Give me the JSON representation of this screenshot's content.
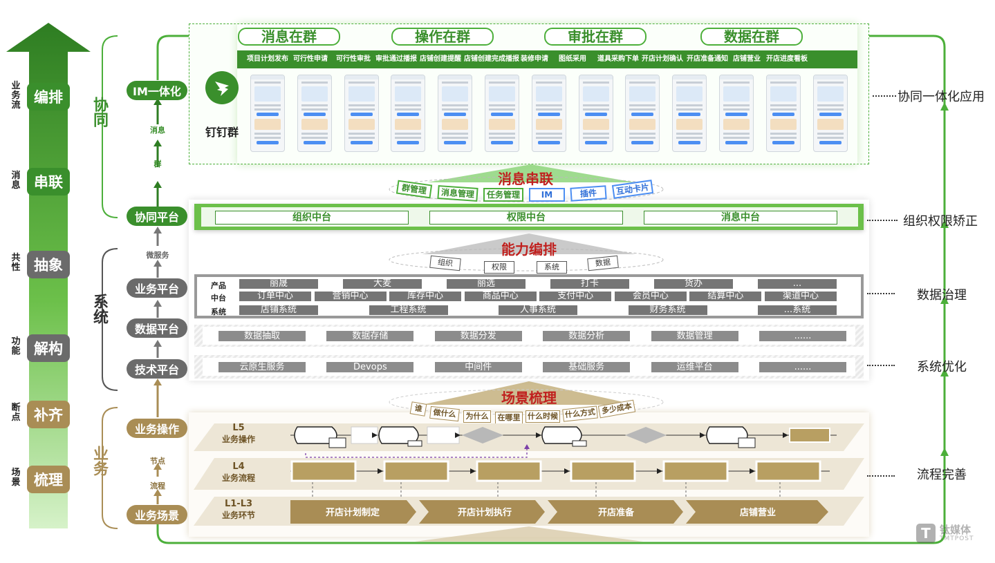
{
  "left_axis": {
    "items": [
      {
        "side": "业务流",
        "label": "编排"
      },
      {
        "side": "消息",
        "label": "串联"
      },
      {
        "side": "共性",
        "label": "抽象"
      },
      {
        "side": "功能",
        "label": "解构"
      },
      {
        "side": "断点",
        "label": "补齐"
      },
      {
        "side": "场景",
        "label": "梳理"
      }
    ]
  },
  "brackets": {
    "xietong": "协同",
    "xitong": "系统",
    "yewu": "业务"
  },
  "platforms": {
    "im": "IM一体化",
    "xietong": "协同平台",
    "yewu": "业务平台",
    "shuju": "数据平台",
    "jishu": "技术平台",
    "caozuo": "业务操作",
    "changjing": "业务场景"
  },
  "connectors": {
    "xiaoxi": "消息",
    "qun": "群",
    "weifuwu": "微服务",
    "jiedian": "节点",
    "liucheng": "流程"
  },
  "top_tabs": [
    "消息在群",
    "操作在群",
    "审批在群",
    "数据在群"
  ],
  "green_strip": [
    "项目计划发布",
    "可行性申请",
    "可行性审批",
    "审批通过播报",
    "店铺创建提醒",
    "店铺创建完成播报",
    "装修申请",
    "图纸采用",
    "道具采购下单",
    "开店计划确认",
    "开店准备通知",
    "店铺营业",
    "开店进度看板"
  ],
  "dingtalk": {
    "label": "钉钉群",
    "phone_count": 13
  },
  "msg_chain": {
    "title": "消息串联",
    "chips": [
      "群管理",
      "消息管理",
      "任务管理",
      "IM",
      "插件",
      "互动卡片"
    ]
  },
  "middle": [
    "组织中台",
    "权限中台",
    "消息中台"
  ],
  "ability": {
    "title": "能力编排",
    "chips": [
      "组织",
      "权限",
      "系统",
      "数据"
    ]
  },
  "business_rows": {
    "product": {
      "label": "产品",
      "cells": [
        "丽晟",
        "大麦",
        "丽选",
        "打卡",
        "货办",
        "..."
      ]
    },
    "zhongtai": {
      "label": "中台",
      "cells": [
        "订单中心",
        "营销中心",
        "库存中心",
        "商品中心",
        "支付中心",
        "会员中心",
        "结算中心",
        "渠道中心"
      ]
    },
    "system": {
      "label": "系统",
      "cells": [
        "店铺系统",
        "工程系统",
        "人事系统",
        "财务系统",
        "...系统"
      ]
    }
  },
  "data_row": [
    "数据抽取",
    "数据存储",
    "数据分发",
    "数据分析",
    "数据管理",
    "......"
  ],
  "tech_row": [
    "云原生服务",
    "Devops",
    "中间件",
    "基础服务",
    "运维平台",
    "......"
  ],
  "scene": {
    "title": "场景梳理",
    "chips": [
      "谁",
      "做什么",
      "为什么",
      "在哪里",
      "什么时候",
      "什么方式",
      "多少成本"
    ]
  },
  "layers": {
    "l5": {
      "code": "L5",
      "name": "业务操作"
    },
    "l4": {
      "code": "L4",
      "name": "业务流程"
    },
    "l13": {
      "code": "L1-L3",
      "name": "业务环节"
    }
  },
  "stages": [
    "开店计划制定",
    "开店计划执行",
    "开店准备",
    "店铺营业"
  ],
  "right_labels": [
    "协同一体化应用",
    "组织权限矫正",
    "数据治理",
    "系统优化",
    "流程完善"
  ],
  "watermark": {
    "brand": "钛媒体",
    "sub": "TMTPOST"
  },
  "colors": {
    "green": "#3a8f2c",
    "gray": "#6b6b6b",
    "gold": "#a98d55",
    "red": "#c0201e",
    "blue": "#4c8ef2"
  }
}
